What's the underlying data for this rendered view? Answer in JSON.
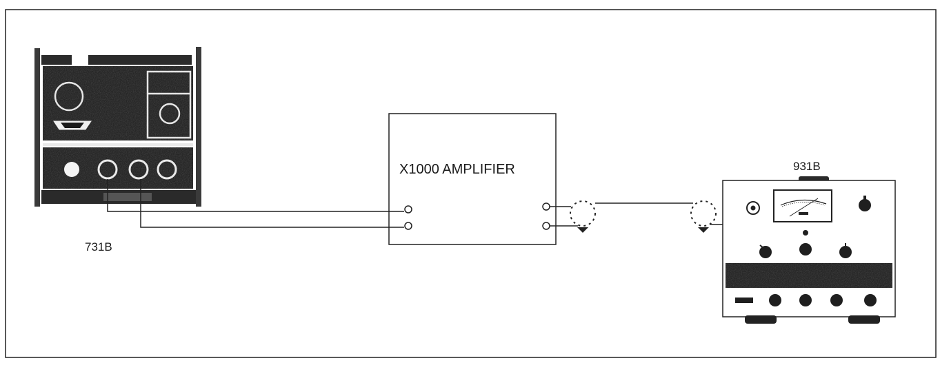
{
  "labels": {
    "left_instrument": "731B",
    "amplifier": "X1000 AMPLIFIER",
    "right_instrument": "931B"
  }
}
